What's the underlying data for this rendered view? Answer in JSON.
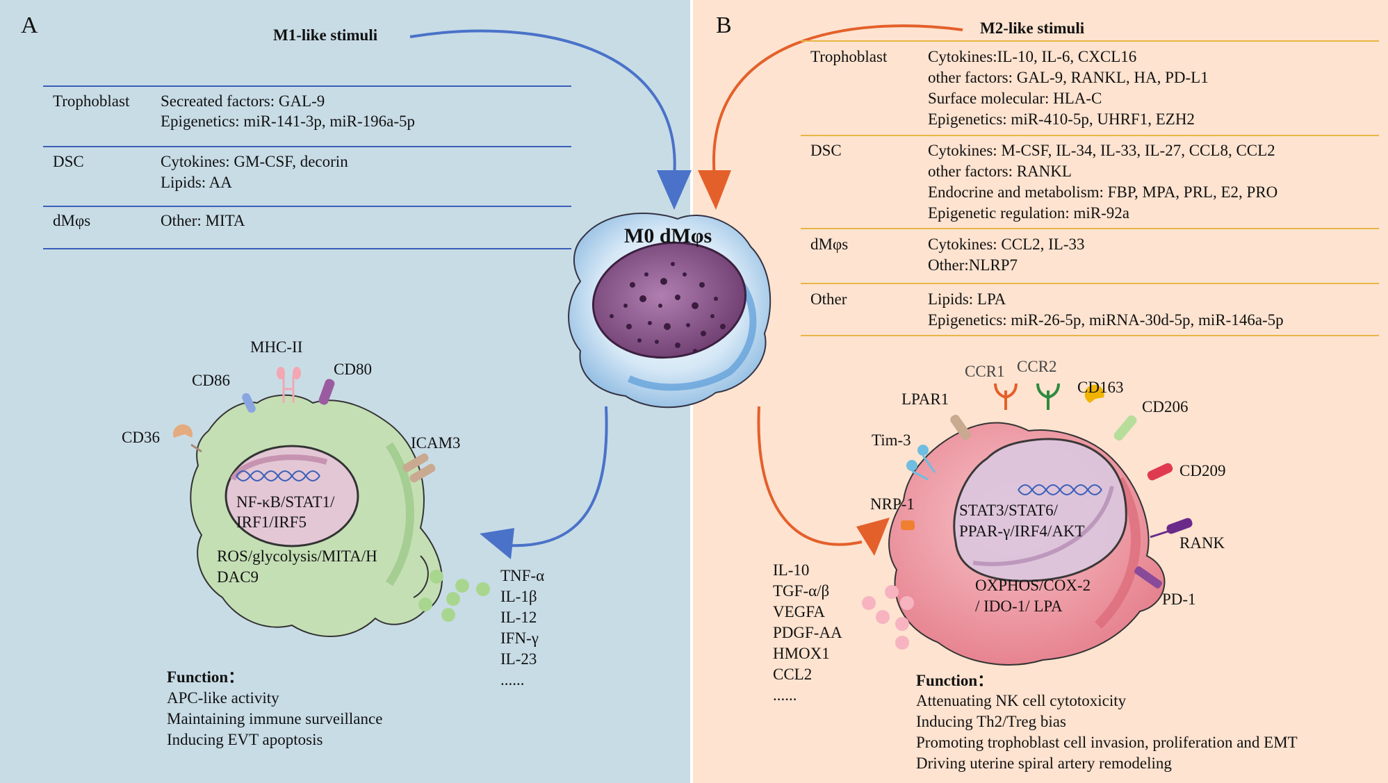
{
  "panel_a": {
    "letter": "A",
    "stimuli_title": "M1-like stimuli",
    "rows": [
      {
        "source": "Trophoblast",
        "lines": [
          "Secreated factors: GAL-9",
          "Epigenetics: miR-141-3p, miR-196a-5p"
        ]
      },
      {
        "source": "DSC",
        "lines": [
          "Cytokines: GM-CSF, decorin",
          "Lipids: AA"
        ]
      },
      {
        "source": "dMφs",
        "lines": [
          "Other: MITA"
        ]
      }
    ],
    "markers": {
      "cd36": "CD36",
      "cd86": "CD86",
      "mhc2": "MHC-II",
      "cd80": "CD80",
      "icam3": "ICAM3"
    },
    "nucleus_text": [
      "NF-κB/STAT1/",
      "IRF1/IRF5"
    ],
    "cytoplasm_text": [
      "ROS/glycolysis/MITA/H",
      "DAC9"
    ],
    "secreted": [
      "TNF-α",
      "IL-1β",
      "IL-12",
      "IFN-γ",
      "IL-23",
      "......"
    ],
    "function_title": "Function：",
    "functions": [
      "APC-like activity",
      "Maintaining immune surveillance",
      "Inducing EVT apoptosis"
    ],
    "colors": {
      "background": "#c8dce6",
      "rule": "#3a5fb8",
      "cell": "#c5dfb5",
      "arrow": "#4a72c8"
    }
  },
  "center": {
    "label": "M0 dMφs"
  },
  "panel_b": {
    "letter": "B",
    "stimuli_title": "M2-like stimuli",
    "rows": [
      {
        "source": "Trophoblast",
        "lines": [
          "Cytokines:IL-10,  IL-6, CXCL16",
          "other factors: GAL-9, RANKL, HA, PD-L1",
          "Surface molecular: HLA-C",
          "Epigenetics: miR-410-5p, UHRF1, EZH2"
        ]
      },
      {
        "source": "DSC",
        "lines": [
          "Cytokines: M-CSF, IL-34, IL-33, IL-27,  CCL8, CCL2",
          "other factors:  RANKL",
          "Endocrine and metabolism: FBP, MPA, PRL, E2, PRO",
          " Epigenetic regulation: miR-92a"
        ]
      },
      {
        "source": "dMφs",
        "lines": [
          "Cytokines:  CCL2, IL-33",
          "Other:NLRP7"
        ]
      },
      {
        "source": "Other",
        "lines": [
          "Lipids: LPA",
          "Epigenetics: miR-26-5p, miRNA-30d-5p, miR-146a-5p"
        ]
      }
    ],
    "markers": {
      "lpar1": "LPAR1",
      "ccr1": "CCR1",
      "ccr2": "CCR2",
      "cd163": "CD163",
      "cd206": "CD206",
      "tim3": "Tim-3",
      "cd209": "CD209",
      "nrp1": "NRP-1",
      "rank": "RANK",
      "pd1": "PD-1"
    },
    "nucleus_text": [
      "STAT3/STAT6/",
      "PPAR-γ/IRF4/AKT"
    ],
    "cytoplasm_text": [
      "OXPHOS/COX-2",
      "/ IDO-1/ LPA"
    ],
    "secreted": [
      "IL-10",
      "TGF-α/β",
      "VEGFA",
      "PDGF-AA",
      "HMOX1",
      "CCL2",
      "......"
    ],
    "function_title": "Function：",
    "functions": [
      "Attenuating NK cell cytotoxicity",
      "Inducing Th2/Treg bias",
      "Promoting trophoblast cell invasion, proliferation and EMT",
      "Driving uterine spiral artery remodeling"
    ],
    "colors": {
      "background": "#fde3d0",
      "rule": "#e8b545",
      "cell": "#f0a3ad",
      "arrow": "#e4602a"
    }
  }
}
